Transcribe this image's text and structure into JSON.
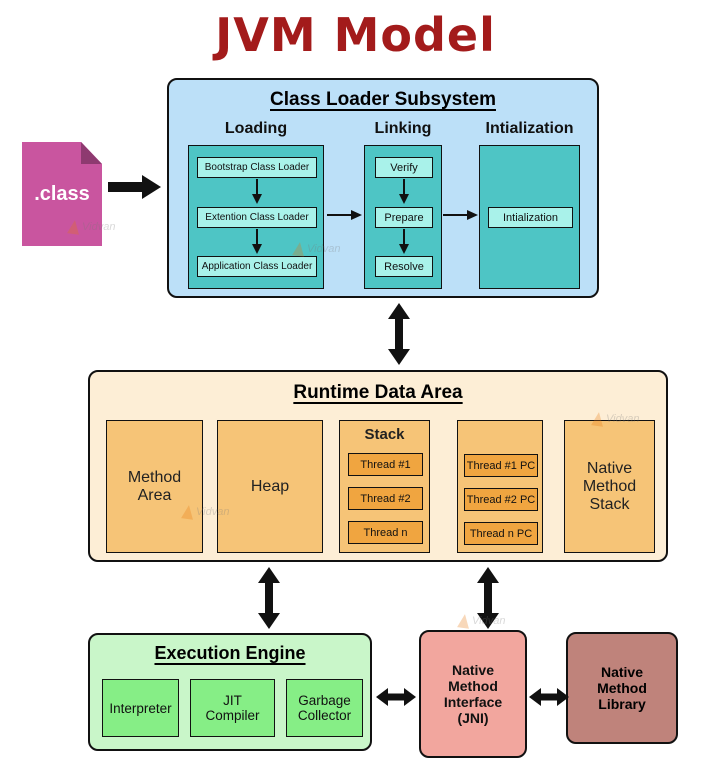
{
  "title": "JVM Model",
  "watermark": {
    "text": "Vidvan"
  },
  "class_file": {
    "label": ".class"
  },
  "class_loader": {
    "title": "Class Loader Subsystem",
    "columns": [
      {
        "title": "Loading",
        "items": [
          "Bootstrap Class Loader",
          "Extention Class Loader",
          "Application Class Loader"
        ]
      },
      {
        "title": "Linking",
        "items": [
          "Verify",
          "Prepare",
          "Resolve"
        ]
      },
      {
        "title": "Intialization",
        "items": [
          "Intialization"
        ]
      }
    ]
  },
  "runtime": {
    "title": "Runtime Data Area",
    "method_area": "Method Area",
    "heap": "Heap",
    "stack": {
      "title": "Stack",
      "items": [
        "Thread #1",
        "Thread #2",
        "Thread n"
      ]
    },
    "pc_registers": {
      "items": [
        "Thread #1 PC",
        "Thread #2 PC",
        "Thread n PC"
      ]
    },
    "native_method_stack": "Native Method Stack"
  },
  "execution_engine": {
    "title": "Execution Engine",
    "items": [
      "Interpreter",
      "JIT Compiler",
      "Garbage Collector"
    ]
  },
  "jni": {
    "label": "Native Method Interface (JNI)"
  },
  "native_library": {
    "label": "Native Method Library"
  },
  "colors": {
    "title_red": "#A31B1B",
    "class_loader_bg": "#BCE0F8",
    "teal": "#4EC5C5",
    "cyan_item": "#A9F2EA",
    "runtime_bg": "#FDEED6",
    "orange": "#F6C477",
    "orange_item": "#F0A540",
    "execution_bg": "#C9F6C9",
    "green_item": "#86EE86",
    "jni_bg": "#F2A69E",
    "native_library_bg": "#BF837B",
    "class_file_bg": "#C9559F"
  }
}
